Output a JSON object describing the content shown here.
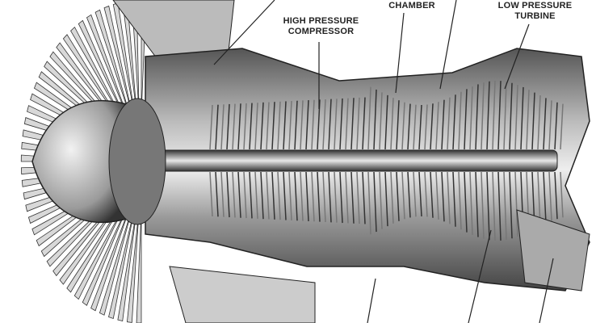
{
  "labels": {
    "combustion_chamber_partial": "CHAMBER",
    "high_pressure_compressor_line1": "HIGH PRESSURE",
    "high_pressure_compressor_line2": "COMPRESSOR",
    "low_pressure_turbine_line1": "LOW PRESSURE",
    "low_pressure_turbine_line2": "TURBINE"
  },
  "colors": {
    "ink": "#222222",
    "mid": "#8a8a8a",
    "light": "#cfcfcf",
    "paper": "#ffffff"
  }
}
